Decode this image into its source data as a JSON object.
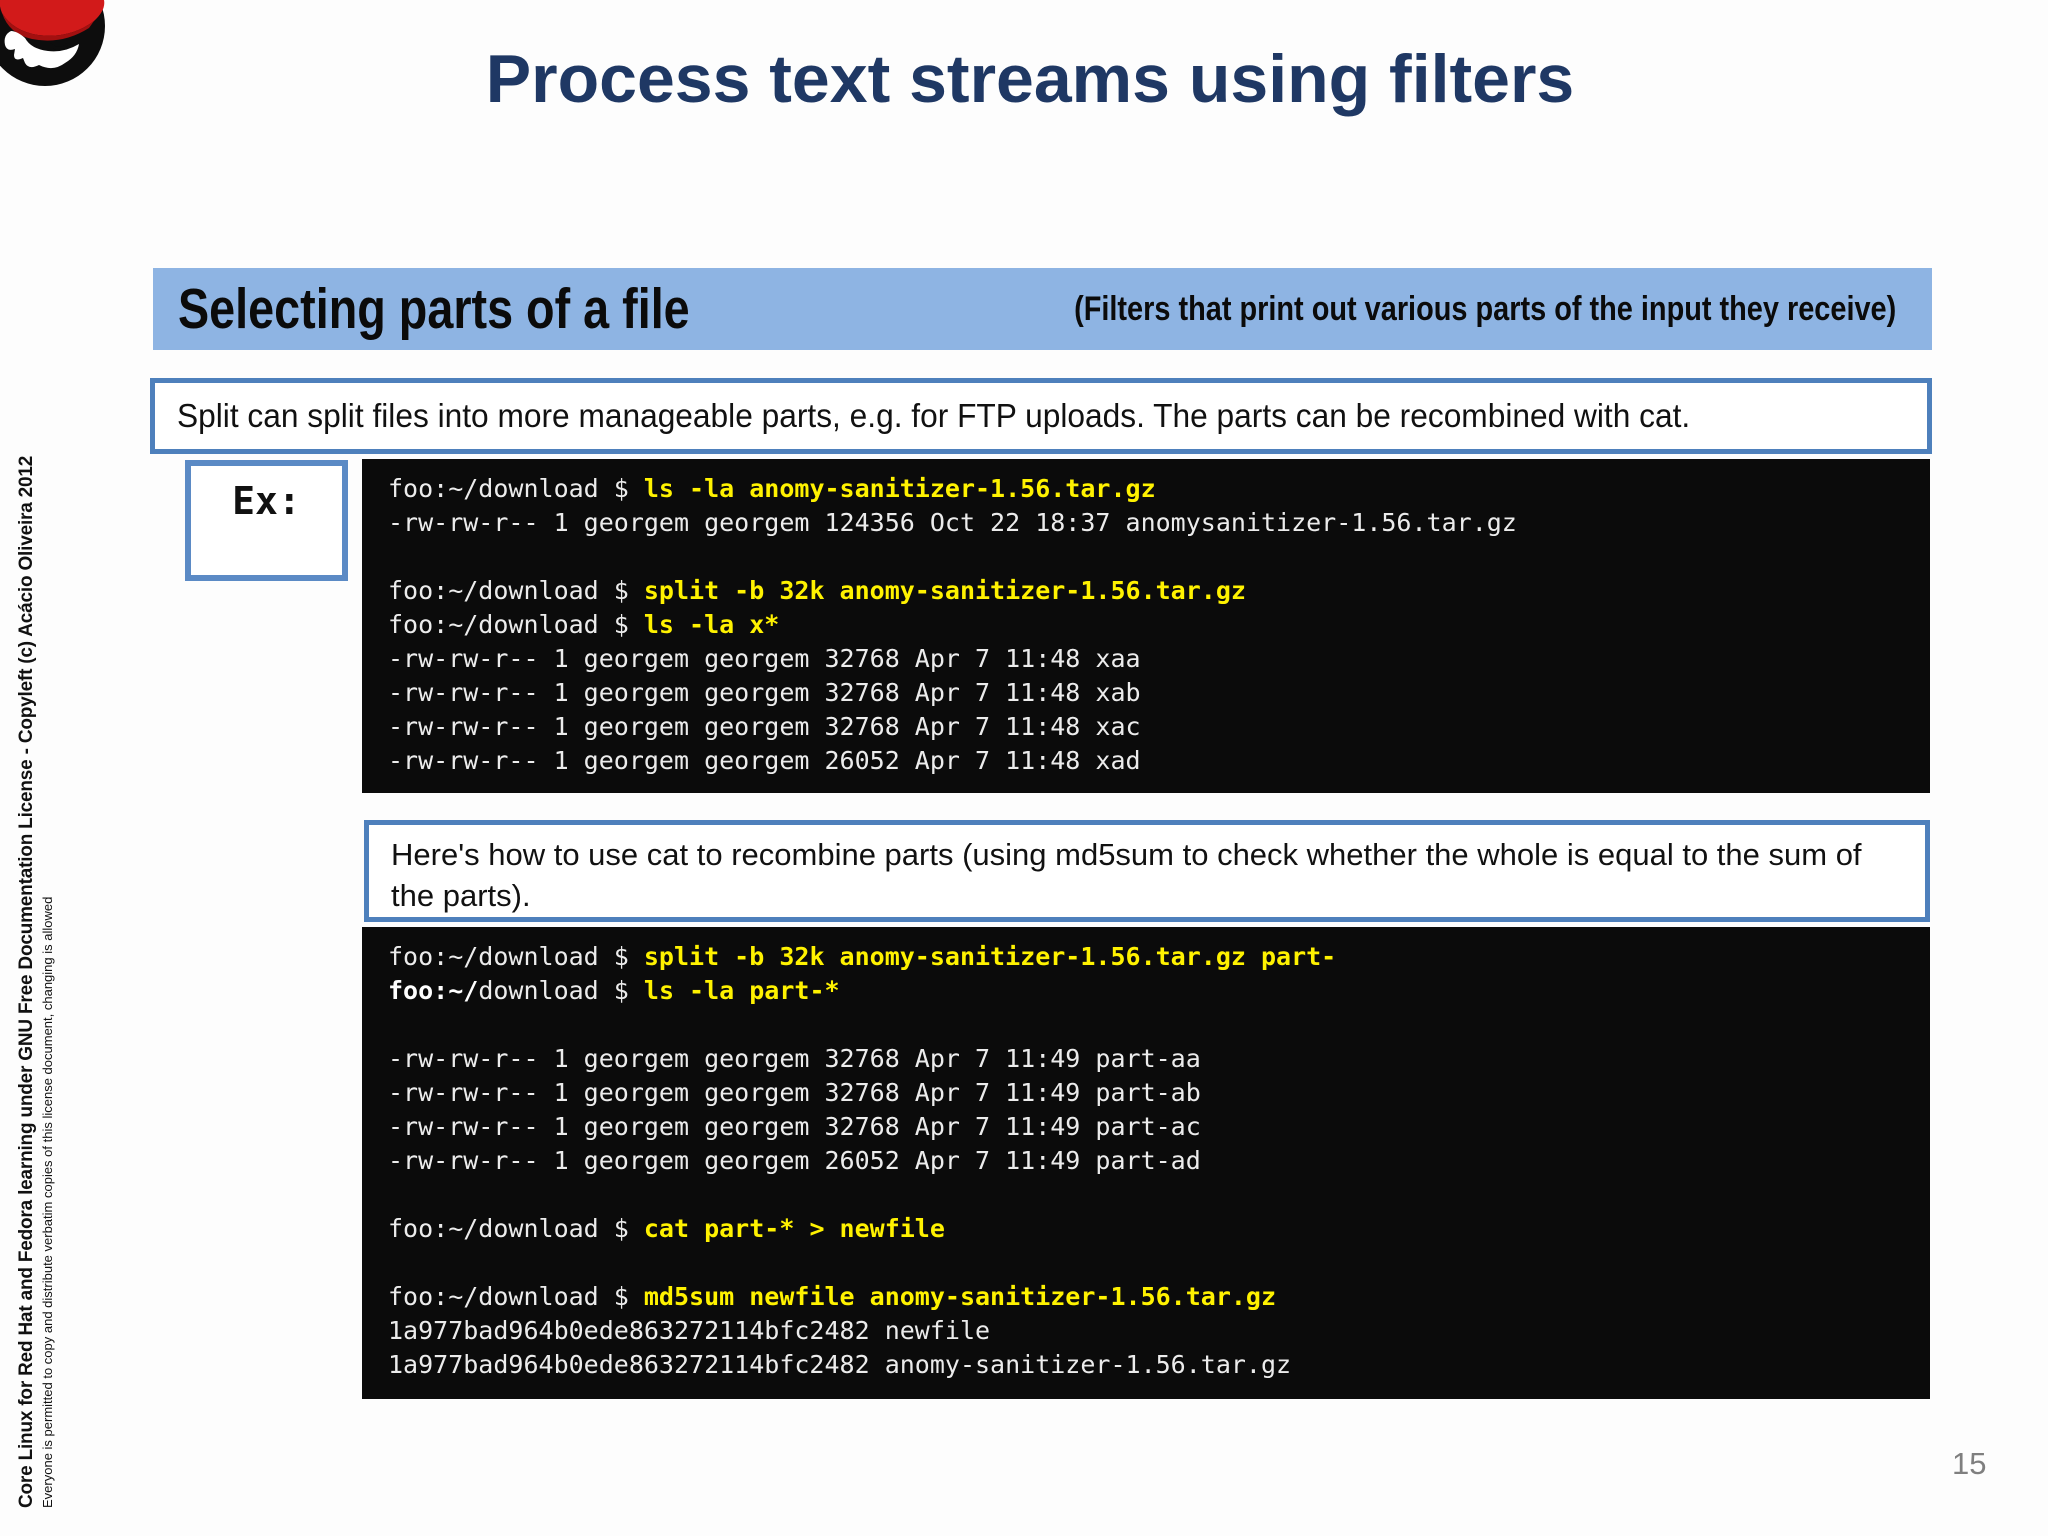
{
  "title": "Process text streams using filters",
  "page_number": "15",
  "colors": {
    "title_navy": "#1F3864",
    "bar_blue": "#8EB4E3",
    "box_border_blue": "#4E80BC",
    "terminal_bg": "#0B0B0B",
    "command_yellow": "#FFF200",
    "terminal_text": "#ECECEC",
    "page_number_gray": "#7F7F7F"
  },
  "section_bar": {
    "title": "Selecting parts of a file",
    "subtitle": "(Filters that print out various parts of the input they receive)"
  },
  "note_split": "Split can split files into more manageable parts, e.g. for FTP uploads. The parts can be recombined with cat.",
  "example_label": "Ex:",
  "note_cat": "Here's how to use cat to recombine parts (using md5sum to check whether the whole is equal to the sum of the parts).",
  "license_sidebar": {
    "line1": "Core Linux for Red Hat and Fedora learning under GNU Free Documentation License  - Copyleft (c) Acácio Oliveira 2012",
    "line2": "Everyone is permitted to copy and distribute verbatim copies of this license document, changing is allowed"
  },
  "terminal1": {
    "lines": [
      [
        {
          "t": "foo:~/download $ ",
          "s": "p"
        },
        {
          "t": "ls -la anomy-sanitizer-1.56.tar.gz",
          "s": "c"
        }
      ],
      [
        {
          "t": "-rw-rw-r-- 1 georgem georgem 124356 Oct 22 18:37 anomysanitizer-1.56.tar.gz",
          "s": "o"
        }
      ],
      [],
      [
        {
          "t": "foo:~/download $ ",
          "s": "p"
        },
        {
          "t": "split -b 32k anomy-sanitizer-1.56.tar.gz",
          "s": "c"
        }
      ],
      [
        {
          "t": "foo:~/download $ ",
          "s": "p"
        },
        {
          "t": "ls -la x*",
          "s": "c"
        }
      ],
      [
        {
          "t": "-rw-rw-r-- 1 georgem georgem 32768 Apr 7 11:48 xaa",
          "s": "o"
        }
      ],
      [
        {
          "t": "-rw-rw-r-- 1 georgem georgem 32768 Apr 7 11:48 xab",
          "s": "o"
        }
      ],
      [
        {
          "t": "-rw-rw-r-- 1 georgem georgem 32768 Apr 7 11:48 xac",
          "s": "o"
        }
      ],
      [
        {
          "t": "-rw-rw-r-- 1 georgem georgem 26052 Apr 7 11:48 xad",
          "s": "o"
        }
      ]
    ]
  },
  "terminal2": {
    "lines": [
      [
        {
          "t": "foo:~/download $ ",
          "s": "p"
        },
        {
          "t": "split -b 32k anomy-sanitizer-1.56.tar.gz part-",
          "s": "c"
        }
      ],
      [
        {
          "t": "foo:~/",
          "s": "b"
        },
        {
          "t": "download $ ",
          "s": "p"
        },
        {
          "t": "ls -la part-*",
          "s": "c"
        }
      ],
      [],
      [
        {
          "t": "-rw-rw-r-- 1 georgem georgem 32768 Apr 7 11:49 part-aa",
          "s": "o"
        }
      ],
      [
        {
          "t": "-rw-rw-r-- 1 georgem georgem 32768 Apr 7 11:49 part-ab",
          "s": "o"
        }
      ],
      [
        {
          "t": "-rw-rw-r-- 1 georgem georgem 32768 Apr 7 11:49 part-ac",
          "s": "o"
        }
      ],
      [
        {
          "t": "-rw-rw-r-- 1 georgem georgem 26052 Apr 7 11:49 part-ad",
          "s": "o"
        }
      ],
      [],
      [
        {
          "t": "foo:~/download $ ",
          "s": "p"
        },
        {
          "t": "cat part-* > newfile",
          "s": "c"
        }
      ],
      [],
      [
        {
          "t": "foo:~/download $ ",
          "s": "p"
        },
        {
          "t": "md5sum newfile anomy-sanitizer-1.56.tar.gz",
          "s": "c"
        }
      ],
      [
        {
          "t": "1a977bad964b0ede863272114bfc2482 newfile",
          "s": "o"
        }
      ],
      [
        {
          "t": "1a977bad964b0ede863272114bfc2482 anomy-sanitizer-1.56.tar.gz",
          "s": "o"
        }
      ]
    ]
  }
}
